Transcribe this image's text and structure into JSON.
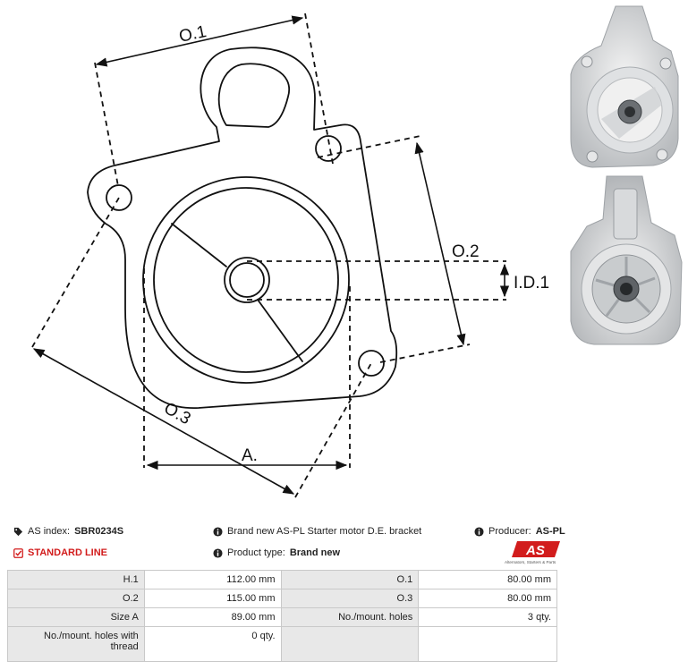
{
  "drawing": {
    "labels": {
      "o1": "O.1",
      "o2": "O.2",
      "o3": "O.3",
      "id1": "I.D.1",
      "a": "A."
    }
  },
  "info": {
    "index_label": "AS index:",
    "index_value": "SBR0234S",
    "line_label": "STANDARD LINE",
    "description": "Brand new AS-PL Starter motor D.E. bracket",
    "product_type_label": "Product type:",
    "product_type_value": "Brand new",
    "producer_label": "Producer:",
    "producer_value": "AS-PL",
    "logo_text": "AS",
    "logo_tagline": "Alternators, Starters & Parts"
  },
  "specs": [
    {
      "k1": "H.1",
      "v1": "112.00 mm",
      "k2": "O.1",
      "v2": "80.00 mm"
    },
    {
      "k1": "O.2",
      "v1": "115.00 mm",
      "k2": "O.3",
      "v2": "80.00 mm"
    },
    {
      "k1": "Size A",
      "v1": "89.00 mm",
      "k2": "No./mount. holes",
      "v2": "3 qty."
    },
    {
      "k1": "No./mount. holes with thread",
      "v1": "0 qty.",
      "k2": "",
      "v2": ""
    }
  ],
  "colors": {
    "accent_red": "#d21c1c",
    "header_cell_bg": "#e8e8e8"
  }
}
